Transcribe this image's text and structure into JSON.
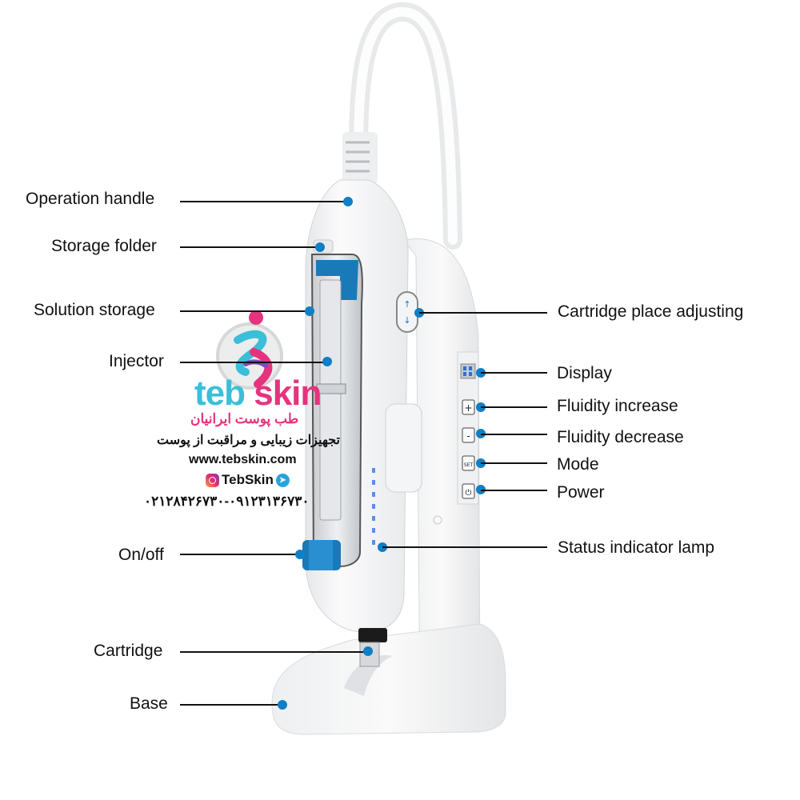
{
  "diagram": {
    "subject": "Hydro injector mesotherapy device",
    "accent_color": "#0f7fc6",
    "left_labels": [
      {
        "id": "operation-handle",
        "text": "Operation handle"
      },
      {
        "id": "storage-folder",
        "text": "Storage folder"
      },
      {
        "id": "solution-storage",
        "text": "Solution storage"
      },
      {
        "id": "injector",
        "text": "Injector"
      },
      {
        "id": "on-off",
        "text": "On/off"
      },
      {
        "id": "cartridge",
        "text": "Cartridge"
      },
      {
        "id": "base",
        "text": "Base"
      }
    ],
    "right_labels": [
      {
        "id": "cartridge-place-adjusting",
        "text": "Cartridge place adjusting"
      },
      {
        "id": "display",
        "text": "Display"
      },
      {
        "id": "fluidity-increase",
        "text": "Fluidity increase"
      },
      {
        "id": "fluidity-decrease",
        "text": "Fluidity decrease"
      },
      {
        "id": "mode",
        "text": "Mode"
      },
      {
        "id": "power",
        "text": "Power"
      },
      {
        "id": "status-indicator-lamp",
        "text": "Status indicator lamp"
      }
    ],
    "panel_buttons": {
      "increase": "+",
      "decrease": "-",
      "mode": "SET",
      "power": "⏻"
    }
  },
  "watermark": {
    "brand_part1": "teb ",
    "brand_part2": "skin",
    "tagline_fa": "طب پوست ایرانیان",
    "subtitle_fa": "تجهیزات زیبایی و مراقبت از پوست",
    "website": "www.tebskin.com",
    "social_handle": "TebSkin",
    "phones": "۰۲۱۲۸۴۲۶۷۳۰-۰۹۱۲۳۱۳۶۷۳۰"
  }
}
